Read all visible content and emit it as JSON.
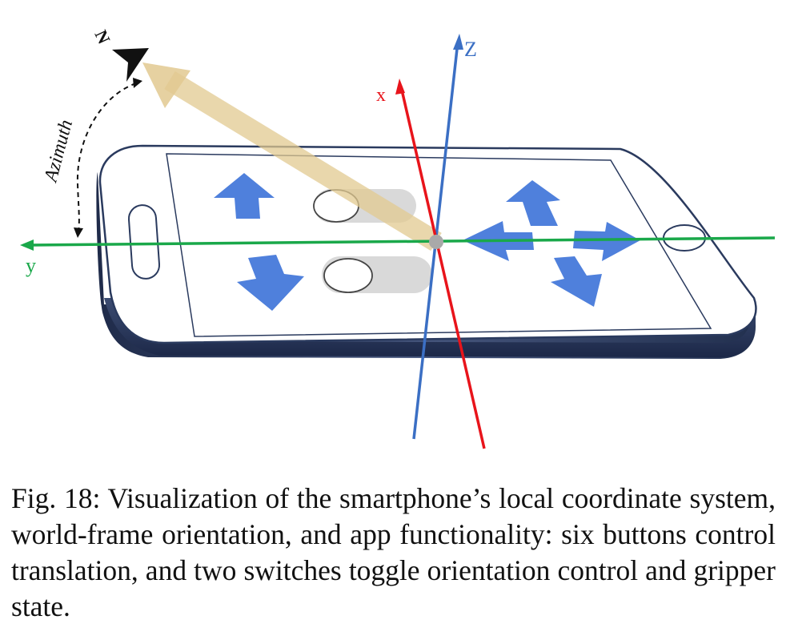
{
  "diagram": {
    "axes": {
      "x": {
        "label": "x",
        "color": "#e8141b"
      },
      "z": {
        "label": "Z",
        "color": "#3b6fc4"
      },
      "y": {
        "label": "y",
        "color": "#1aa84a"
      }
    },
    "azimuth_label": "Azimuth",
    "north_label": "N",
    "colors": {
      "phone_body": "#2a3a5e",
      "arrow_button": "#4f80dc",
      "switch_track": "#d9d9d9",
      "north_vector": "#e2c990"
    },
    "translation_buttons": 6,
    "switches": 2
  },
  "caption": "Fig. 18: Visualization of the smartphone’s local coordinate system, world-frame orientation, and app functionality: six buttons control translation, and two switches toggle orientation control and gripper state."
}
